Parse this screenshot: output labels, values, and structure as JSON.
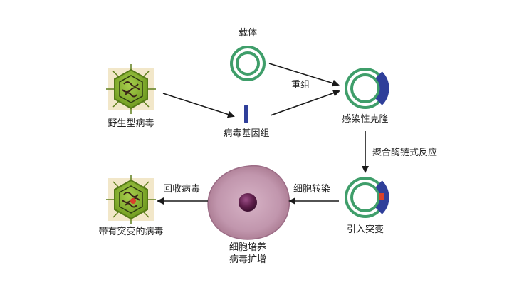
{
  "nodes": {
    "vector": "载体",
    "wild_virus": "野生型病毒",
    "viral_genome": "病毒基因组",
    "infectious_clone": "感染性克隆",
    "mutation": "引入突变",
    "cell_culture_line1": "细胞培养",
    "cell_culture_line2": "病毒扩增",
    "mutant_virus": "带有突变的病毒"
  },
  "steps": {
    "recombine": "重组",
    "pcr": "聚合酶链式反应",
    "transfect": "细胞转染",
    "recover": "回收病毒"
  },
  "colors": {
    "ring_green": "#3f9e6a",
    "insert_blue": "#2f3f9a",
    "mutation_red": "#d9412b",
    "virus_green": "#8dbb2e",
    "cell_pink": "#b98aa3",
    "nucleus_purple": "#5e1e4a"
  }
}
